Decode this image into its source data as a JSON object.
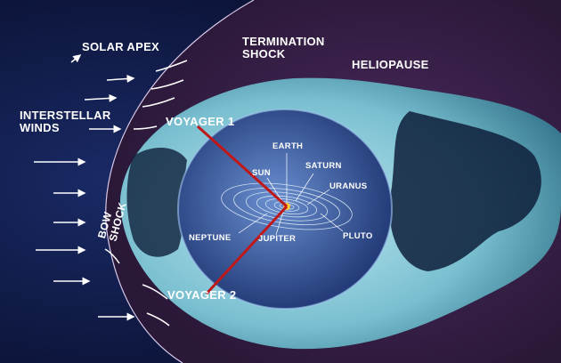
{
  "labels": {
    "solar_apex": "SOLAR APEX",
    "termination_shock": "TERMINATION\nSHOCK",
    "heliopause": "HELIOPAUSE",
    "interstellar_winds": "INTERSTELLAR\nWINDS",
    "voyager_1": "VOYAGER 1",
    "voyager_2": "VOYAGER 2",
    "bow_shock": "BOW\nSHOCK",
    "earth": "EARTH",
    "saturn": "SATURN",
    "sun": "SUN",
    "uranus": "URANUS",
    "neptune": "NEPTUNE",
    "jupiter": "JUPITER",
    "pluto": "PLUTO"
  },
  "colors": {
    "space": "#0b1233",
    "bow_shock_region": "#3a1f4a",
    "heliosheath": "#6fb6c9",
    "inner_heliosphere": "#2b4a8c",
    "voyager_path": "#c01818",
    "text": "#ffffff"
  }
}
